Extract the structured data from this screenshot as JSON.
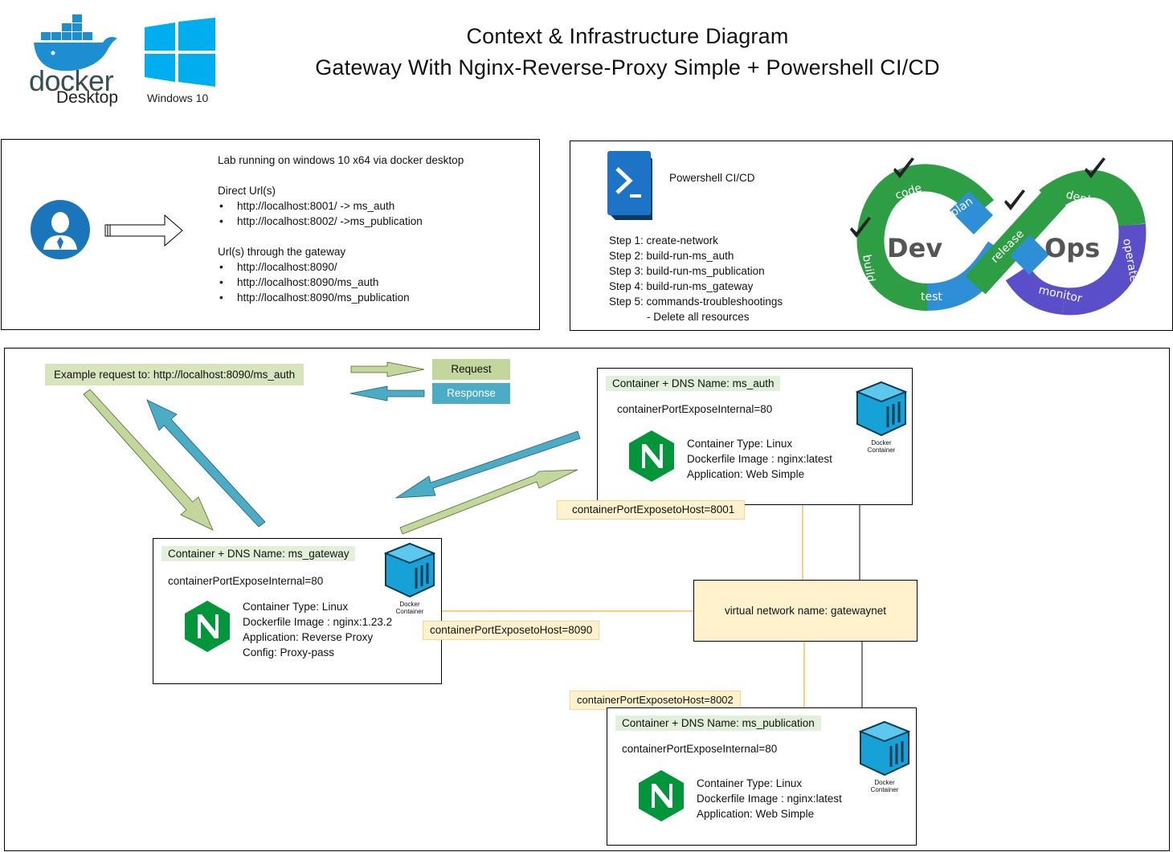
{
  "header": {
    "title_line1": "Context & Infrastructure Diagram",
    "title_line2": "Gateway With Nginx-Reverse-Proxy Simple + Powershell CI/CD",
    "docker_logo_text": "docker",
    "docker_logo_sub": "Desktop",
    "windows_label": "Windows 10"
  },
  "lab_panel": {
    "intro": "Lab running on windows 10 x64 via docker desktop",
    "direct_heading": "Direct Url(s)",
    "direct_urls": [
      "http://localhost:8001/ -> ms_auth",
      "http://localhost:8002/ ->ms_publication"
    ],
    "gateway_heading": "Url(s) through the gateway",
    "gateway_urls": [
      "http://localhost:8090/",
      "http://localhost:8090/ms_auth",
      "http://localhost:8090/ms_publication"
    ]
  },
  "cicd_panel": {
    "title": "Powershell CI/CD",
    "steps": [
      "Step 1: create-network",
      "Step 2: build-run-ms_auth",
      "Step 3: build-run-ms_publication",
      "Step 4: build-run-ms_gateway",
      "Step 5: commands-troubleshootings",
      "- Delete all resources"
    ],
    "devops": {
      "dev": "Dev",
      "ops": "Ops",
      "code": "code",
      "build": "build",
      "test": "test",
      "plan": "plan",
      "release": "release",
      "deploy": "deploy",
      "operate": "operate",
      "monitor": "monitor"
    }
  },
  "flow": {
    "example_request": "Example request to: http://localhost:8090/ms_auth",
    "legend_request": "Request",
    "legend_response": "Response"
  },
  "containers": {
    "auth": {
      "name": "Container + DNS Name: ms_auth",
      "internal": "containerPortExposeInternal=80",
      "type": "Container Type: Linux",
      "image": "Dockerfile Image : nginx:latest",
      "app": "Application: Web Simple",
      "host_port": "containerPortExposetoHost=8001"
    },
    "gateway": {
      "name": "Container + DNS Name: ms_gateway",
      "internal": "containerPortExposeInternal=80",
      "type": "Container Type: Linux",
      "image": "Dockerfile Image : nginx:1.23.2",
      "app": "Application: Reverse Proxy",
      "config": "Config: Proxy-pass",
      "host_port": "containerPortExposetoHost=8090"
    },
    "publication": {
      "name": "Container + DNS Name: ms_publication",
      "internal": "containerPortExposeInternal=80",
      "type": "Container Type: Linux",
      "image": "Dockerfile Image : nginx:latest",
      "app": "Application: Web Simple",
      "host_port": "containerPortExposetoHost=8002"
    },
    "docker_icon_label_1": "Docker",
    "docker_icon_label_2": "Container"
  },
  "network": {
    "label": "virtual network name: gatewaynet"
  },
  "colors": {
    "request_green": "#c3d69b",
    "response_teal": "#4bacc6",
    "devops_green": "#2e9e44",
    "devops_blue": "#2e8fd6",
    "devops_purple": "#5b4fc9",
    "nginx_green": "#009639",
    "network_fill": "#fff2cc",
    "docker_blue": "#1c7fc4"
  }
}
